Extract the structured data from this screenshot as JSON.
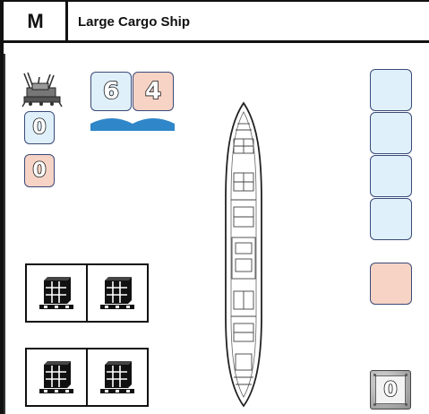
{
  "card": {
    "size_code": "M",
    "title": "Large Cargo Ship"
  },
  "stats": {
    "defense": "6",
    "attack": "4"
  },
  "gun_values": {
    "anti_ground": "0",
    "anti_air": "0"
  },
  "armor_value": "0",
  "icons": {
    "gun": "anti-aircraft-gun-icon",
    "cargo": "pallet-crate-icon",
    "water": "water-wave-icon",
    "ship": "ship-top-view-icon"
  },
  "colors": {
    "blue_box": "#dff0fb",
    "pink_box": "#f6d3c5",
    "water": "#2f86c8",
    "border": "#3a4a78"
  }
}
